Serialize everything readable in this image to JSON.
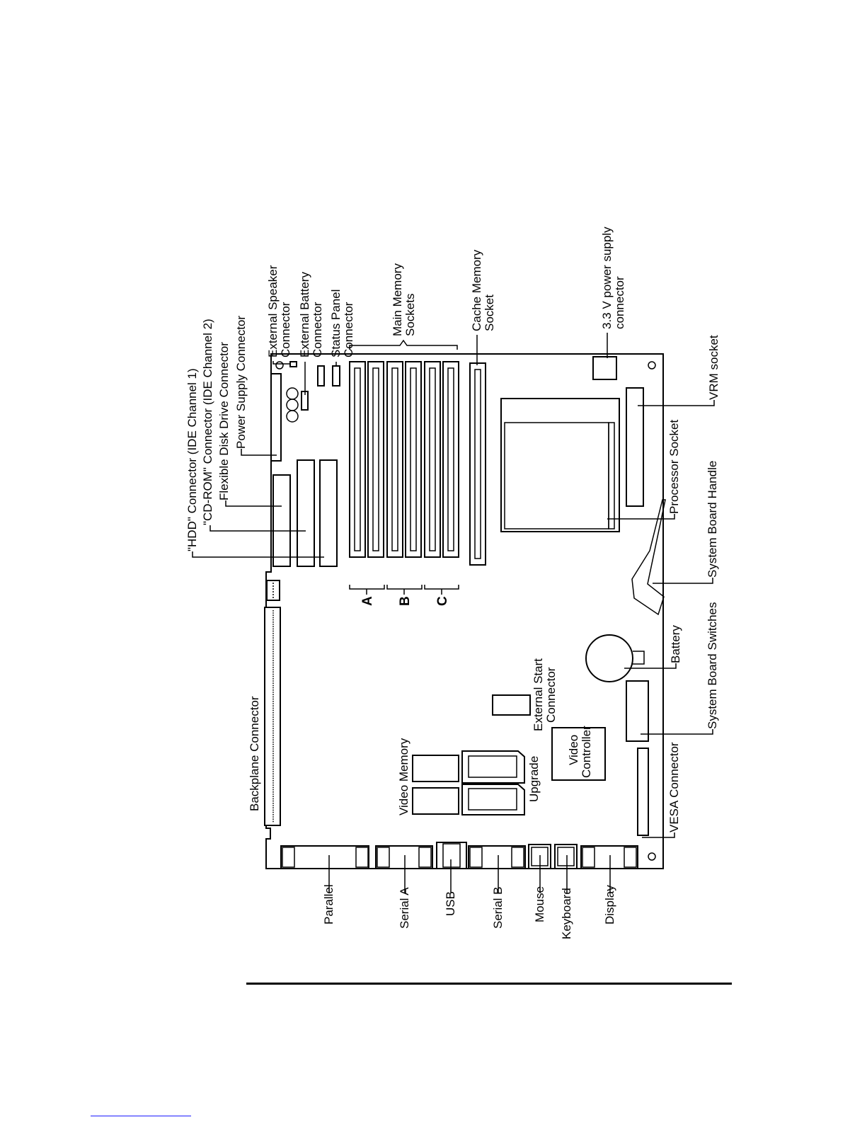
{
  "labels": {
    "hdd_connector": "\"HDD\" Connector (IDE Channel 1)",
    "cdrom_connector": "\"CD-ROM\" Connector (IDE Channel 2)",
    "flexible_disk": "Flexible Disk Drive Connector",
    "power_supply": "Power Supply Connector",
    "ext_speaker_1": "External Speaker",
    "ext_speaker_2": "Connector",
    "ext_battery_1": "External Battery",
    "ext_battery_2": "Connector",
    "status_panel_1": "Status Panel",
    "status_panel_2": "Connector",
    "main_memory_1": "Main Memory",
    "main_memory_2": "Sockets",
    "cache_memory_1": "Cache Memory",
    "cache_memory_2": "Socket",
    "power_33_1": "3.3 V power supply",
    "power_33_2": "connector",
    "vrm_socket": "VRM socket",
    "processor_socket": "Processor Socket",
    "system_board_handle": "System Board Handle",
    "battery": "Battery",
    "system_board_switches": "System Board Switches",
    "vesa_connector": "VESA Connector",
    "backplane_connector": "Backplane Connector",
    "video_memory": "Video Memory",
    "upgrade": "Upgrade",
    "external_start_1": "External Start",
    "external_start_2": "Connector",
    "video_controller_1": "Video",
    "video_controller_2": "Controller",
    "bank_a": "A",
    "bank_b": "B",
    "bank_c": "C",
    "parallel": "Parallel",
    "serial_a": "Serial A",
    "usb": "USB",
    "serial_b": "Serial B",
    "mouse": "Mouse",
    "keyboard": "Keyboard",
    "display": "Display"
  }
}
